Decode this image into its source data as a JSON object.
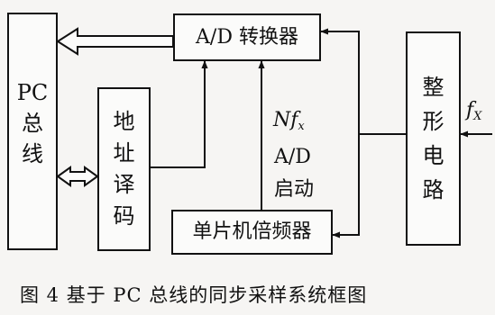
{
  "blocks": {
    "pc_bus": [
      "PC",
      "总",
      "线"
    ],
    "ad_converter": "A/D 转换器",
    "address_decoder": [
      "地",
      "址",
      "译",
      "码"
    ],
    "shaping_circuit": [
      "整",
      "形",
      "电",
      "路"
    ],
    "mcu_multiplier": "单片机倍频器"
  },
  "labels": {
    "nfx_prefix": "N",
    "nfx_f": "f",
    "nfx_sub": "x",
    "ad_start_1": "A/D",
    "ad_start_2": "启动",
    "fx_in_f": "f",
    "fx_in_sub": "X"
  },
  "caption": "图 4  基于 PC 总线的同步采样系统框图"
}
